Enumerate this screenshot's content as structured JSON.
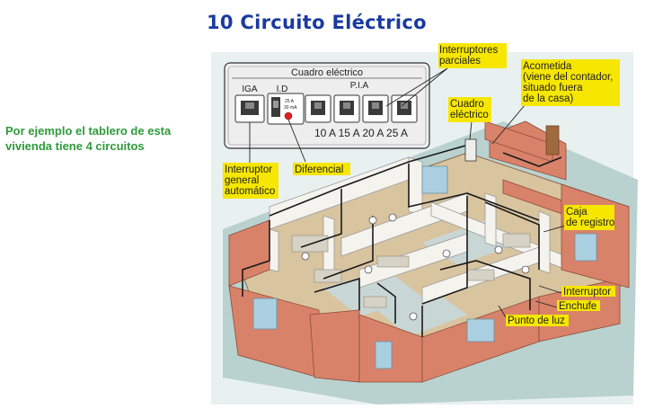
{
  "title": "10 Circuito Eléctrico",
  "caption": "Por ejemplo el tablero de esta vivienda tiene 4 circuitos",
  "panel": {
    "heading": "Cuadro eléctrico",
    "iga": "IGA",
    "id": "I.D",
    "pia": "P.I.A",
    "id_rating_top": "25 A",
    "id_rating_bottom": "30 mA",
    "breaker_ratings": "10 A  15 A  20 A  25 A"
  },
  "labels": {
    "interruptores_parciales": "Interruptores\nparciales",
    "acometida": "Acometida\n(viene del contador,\nsituado fuera\nde la casa)",
    "cuadro_electrico": "Cuadro\neléctrico",
    "interruptor_general": "Interruptor\ngeneral\nautomático",
    "diferencial": "Diferencial",
    "caja_de_registro": "Caja\nde registro",
    "interruptor": "Interruptor",
    "enchufe": "Enchufe",
    "punto_de_luz": "Punto de luz"
  },
  "colors": {
    "title": "#1a3aa0",
    "caption": "#2e9a3a",
    "label_highlight": "#f6e600",
    "wall_brick": "#d9826a",
    "floor_wood": "#d9c4a0",
    "floor_tile": "#c9d6d6",
    "wire": "#1a1a1a",
    "ground": "#b9d2cf"
  }
}
